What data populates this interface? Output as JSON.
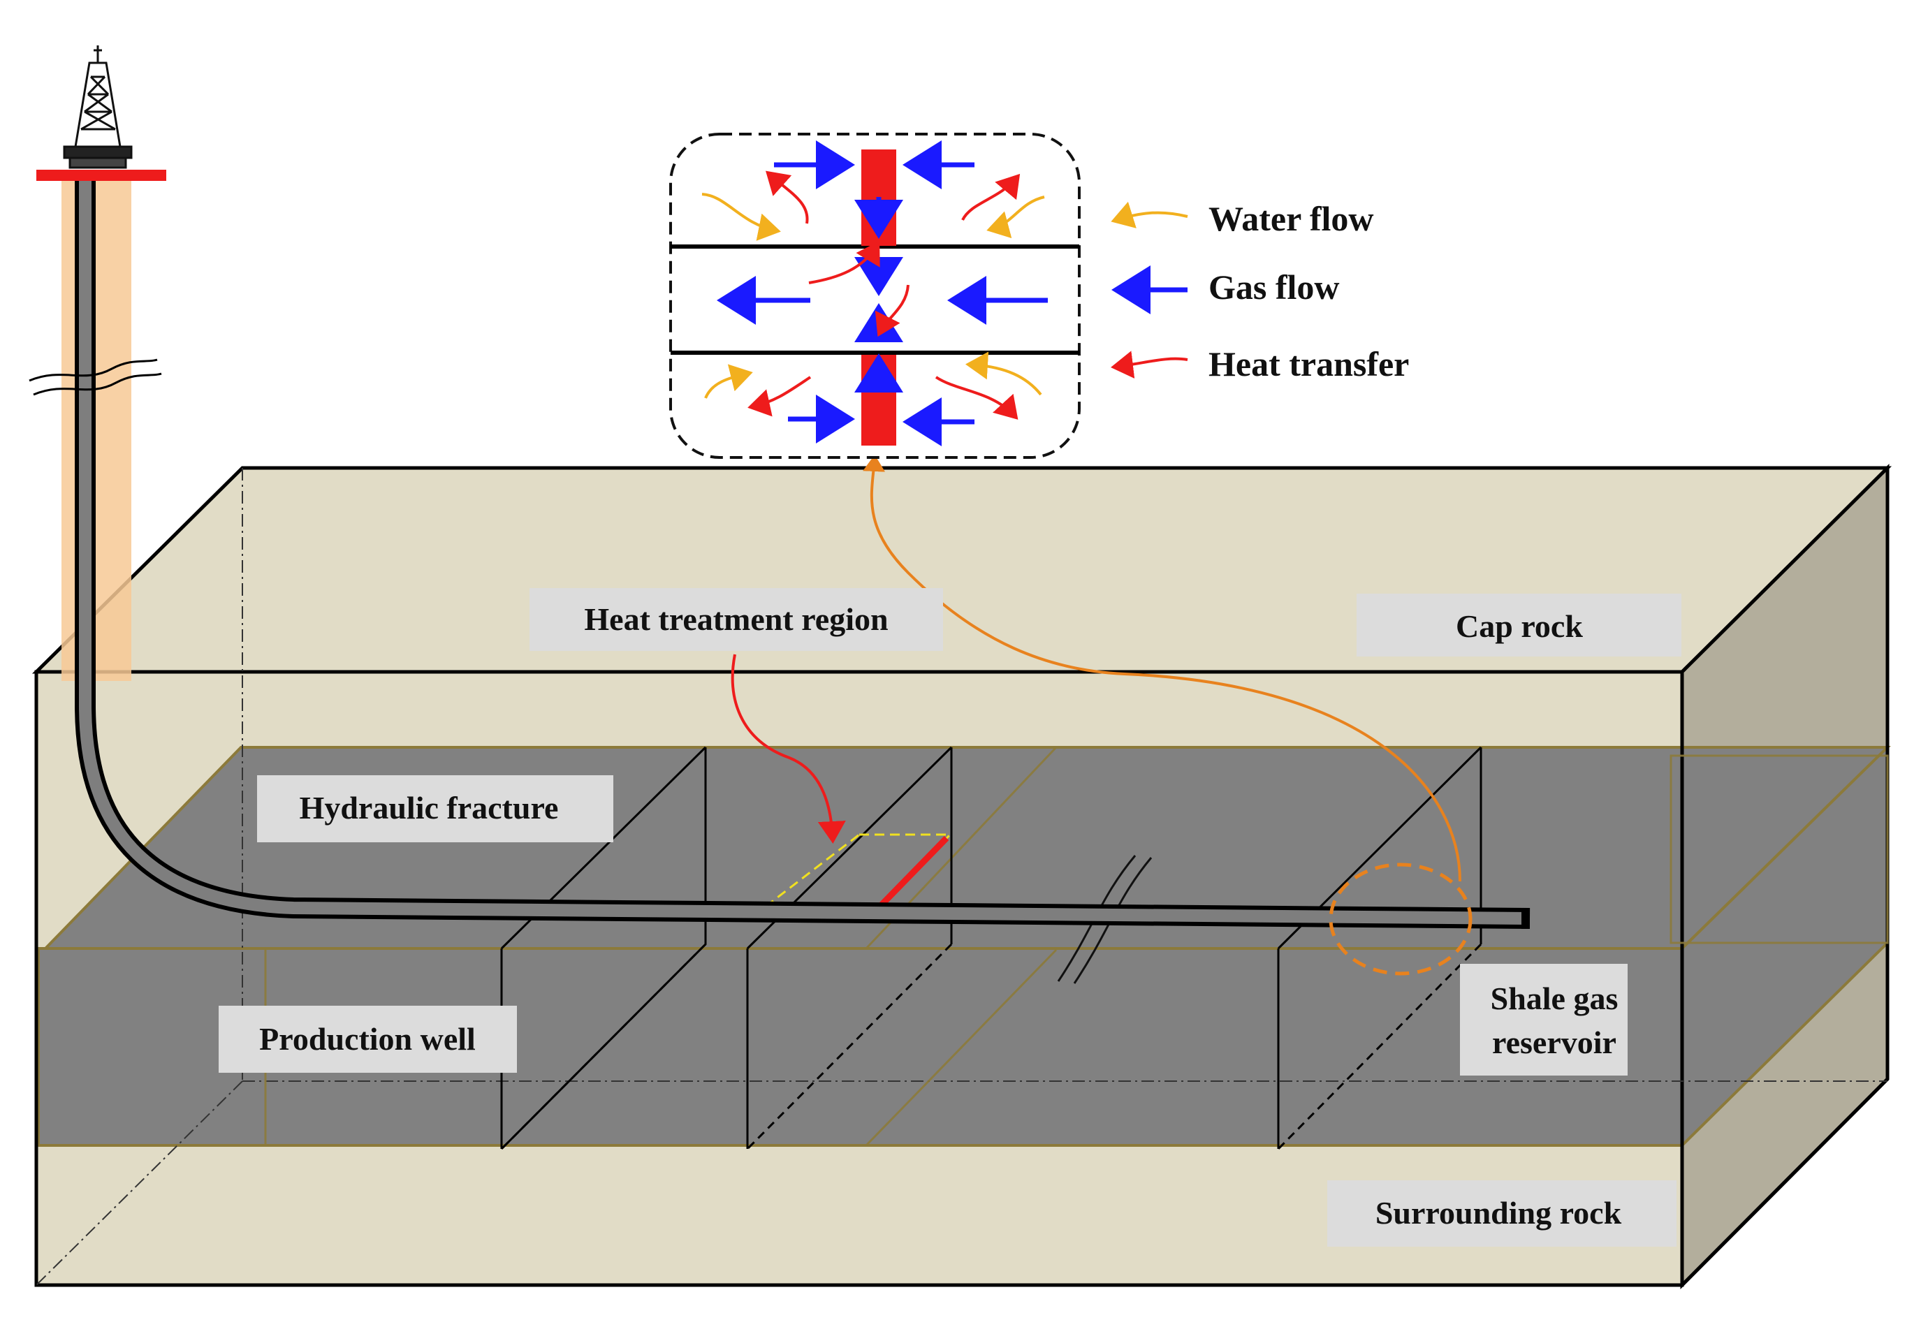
{
  "labels": {
    "heat_treatment_region": "Heat treatment region",
    "cap_rock": "Cap rock",
    "hydraulic_fracture": "Hydraulic fracture",
    "production_well": "Production well",
    "shale_gas_reservoir_line1": "Shale gas",
    "shale_gas_reservoir_line2": "reservoir",
    "surrounding_rock": "Surrounding rock"
  },
  "legend": [
    {
      "label": "Water flow",
      "color": "#f2b01e"
    },
    {
      "label": "Gas flow",
      "color": "#1a1aff"
    },
    {
      "label": "Heat transfer",
      "color": "#ee1c1c"
    }
  ],
  "colors": {
    "rock": "#e1dcc6",
    "rock_side": "#b3ae9c",
    "reservoir": "#818181",
    "reservoir_edge": "#8c7a3a",
    "fracture_highlight": "#ee1c1c",
    "heat_region_outline": "#f0e020",
    "curve_arrow": "#e8821e",
    "derrick_glow": "#f7c995",
    "platform": "#ee1c1c"
  },
  "icons": {
    "derrick": "drilling-derrick-icon",
    "break": "break-mark-icon"
  }
}
